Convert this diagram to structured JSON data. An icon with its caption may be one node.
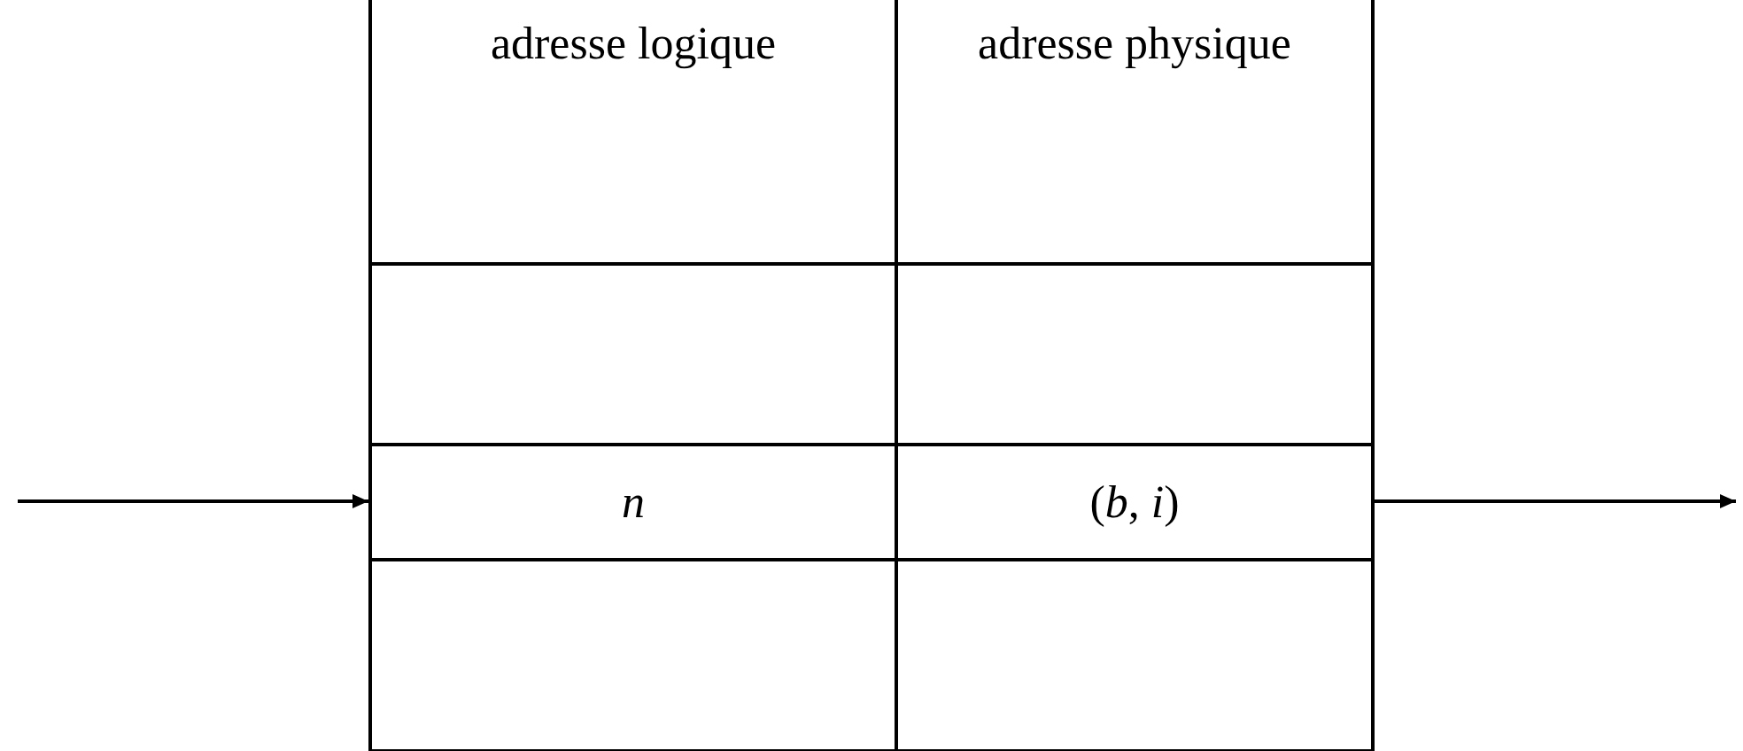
{
  "diagram": {
    "nodes": [
      {
        "text": [
          "n"
        ]
      },
      {
        "text": [
          "(*b*, *i*)"
        ]
      }
    ],
    "edges": [
      {
        "from": null,
        "to": 0,
        "arrow": "to"
      },
      {
        "from": 1,
        "to": null,
        "arrow": "to"
      }
    ],
    "labels": [
      "adresse logique",
      "adresse physique"
    ]
  }
}
